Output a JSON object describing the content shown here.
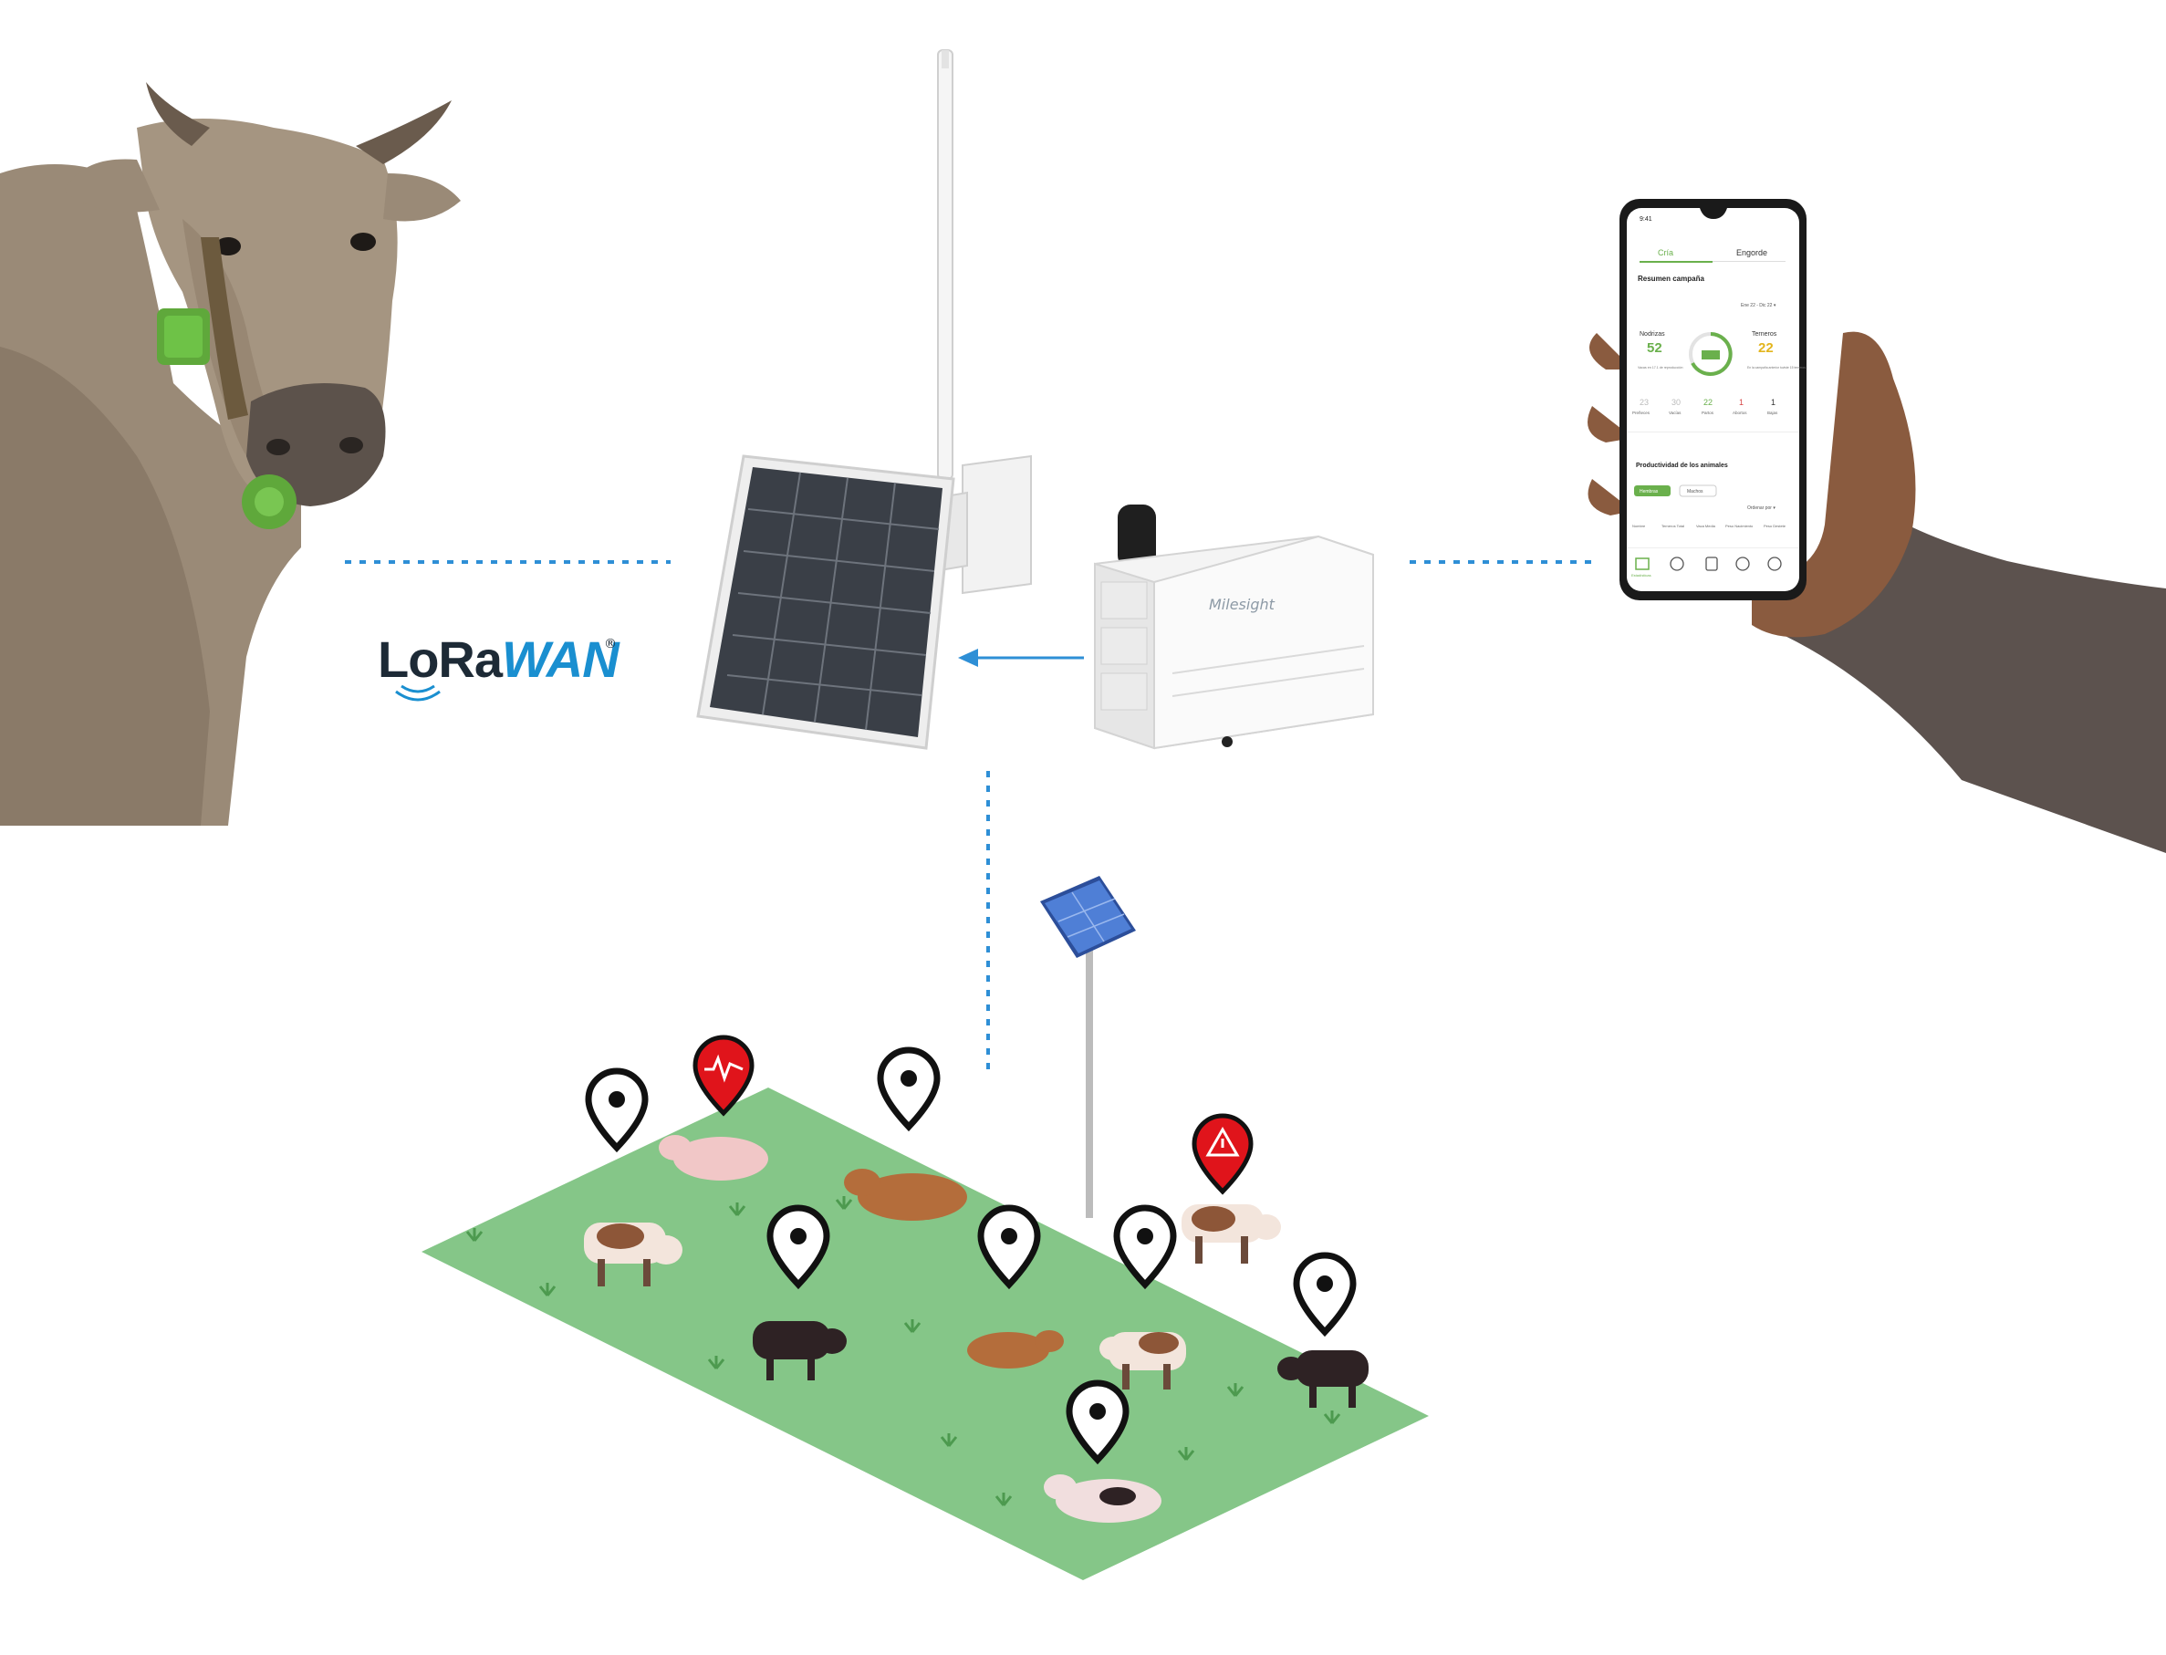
{
  "logo": {
    "text_lo": "LoRa",
    "text_wan": "WAN",
    "reg": "®"
  },
  "gateway": {
    "brand": "Milesight"
  },
  "phone": {
    "time": "9:41",
    "tabs": [
      "Cría",
      "Engorde"
    ],
    "summary_title": "Resumen campaña",
    "date_range": "Ene 22 - Dic 22 ▾",
    "nodrizas_label": "Nodrizas",
    "nodrizas_value": "52",
    "nodrizas_note": "Vacas en 17.1 de reproducción",
    "terneros_label": "Terneros",
    "terneros_value": "22",
    "terneros_note": "En la campaña anterior tuviste 15 terneros",
    "stats": [
      {
        "value": "23",
        "label": "Preñeces"
      },
      {
        "value": "30",
        "label": "Vacías"
      },
      {
        "value": "22",
        "label": "Partos"
      },
      {
        "value": "1",
        "label": "Abortos"
      },
      {
        "value": "1",
        "label": "Bajas"
      }
    ],
    "productivity_title": "Productividad de los animales",
    "chip_active": "Hembras",
    "chip_inactive": "Machos",
    "sort_label": "Ordenar por ▾",
    "columns": [
      "Nombre",
      "Terneros Total",
      "Vaca Media",
      "Peso Nacimiento",
      "Peso Destete"
    ],
    "nav_label": "Estadísticas"
  },
  "colors": {
    "dotted_line": "#2e8fd6",
    "arrow": "#2e8fd6",
    "pasture": "#85c688",
    "alert_pin": "#e0141b",
    "normal_pin": "#111111",
    "app_green": "#6ab04c",
    "app_yellow": "#e3b51d",
    "lora_blue": "#1a8fd0",
    "lora_dark": "#1d2a36"
  }
}
